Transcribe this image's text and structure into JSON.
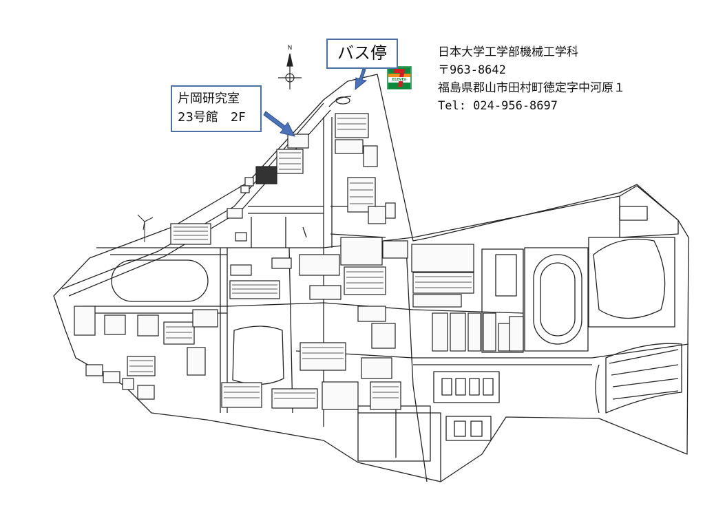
{
  "callouts": {
    "lab_name": "片岡研究室",
    "lab_building": "23号館　2F",
    "bus_stop": "バス停"
  },
  "address": {
    "lines": [
      "日本大学工学部機械工学科",
      "〒963-8642",
      "福島県郡山市田村町徳定字中河原１",
      "Tel: 024-956-8697"
    ]
  },
  "compass": {
    "north_label": "N"
  },
  "convenience_store": {
    "icon": "seven-eleven-logo",
    "logo_text": "ELEVEn",
    "colors": {
      "green": "#0a8a3a",
      "orange": "#f28c1a",
      "red": "#d51c24"
    }
  },
  "colors": {
    "callout_border": "#4a6fa5",
    "arrow": "#4a72b8",
    "map_line": "#222222"
  }
}
